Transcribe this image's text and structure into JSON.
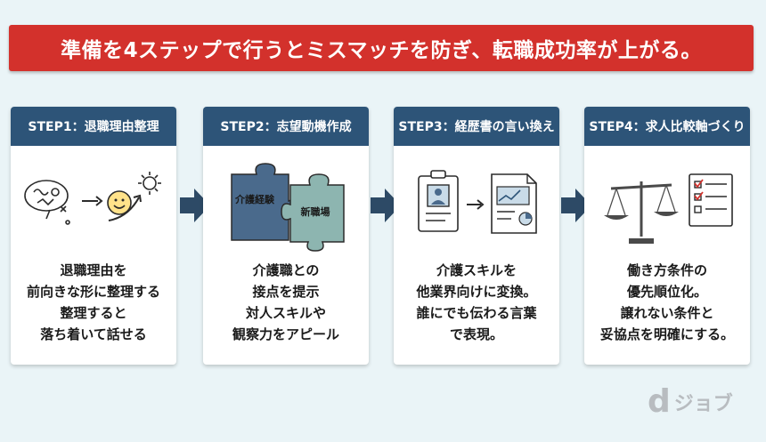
{
  "banner": {
    "text": "準備を4ステップで行うとミスマッチを防ぎ、転職成功率が上がる。"
  },
  "steps": [
    {
      "label": "STEP1：退職理由整理",
      "lines": [
        "退職理由を",
        "前向きな形に整理する",
        "整理すると",
        "落ち着いて話せる"
      ]
    },
    {
      "label": "STEP2：志望動機作成",
      "piece_left": "介護経験",
      "piece_right": "新職場",
      "lines": [
        "介護職との",
        "接点を提示",
        "対人スキルや",
        "観察力をアピール"
      ]
    },
    {
      "label": "STEP3：経歴書の言い換え",
      "lines": [
        "介護スキルを",
        "他業界向けに変換。",
        "誰にでも伝わる言葉",
        "で表現。"
      ]
    },
    {
      "label": "STEP4：求人比較軸づくり",
      "lines": [
        "働き方条件の",
        "優先順位化。",
        "譲れない条件と",
        "妥協点を明確にする。"
      ]
    }
  ],
  "logo": {
    "d": "d",
    "text": "ジョブ"
  },
  "colors": {
    "banner": "#d3312c",
    "header": "#2d5478",
    "arrow": "#2d4a66",
    "puzzle_left": "#4a6a8c",
    "puzzle_right": "#8db5b0"
  }
}
